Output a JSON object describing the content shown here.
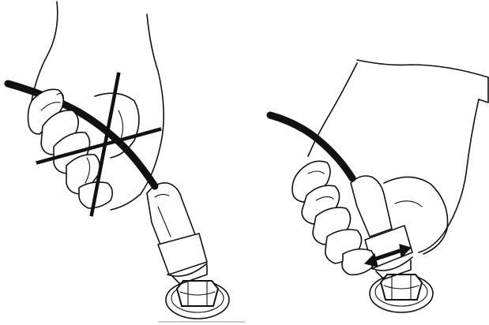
{
  "figure": {
    "left_panel": {
      "meaning": "incorrect",
      "mark": "cross-mark"
    },
    "right_panel": {
      "meaning": "correct",
      "mark": "double-arrow"
    },
    "ink_color": "#111111",
    "background": "#ffffff"
  }
}
